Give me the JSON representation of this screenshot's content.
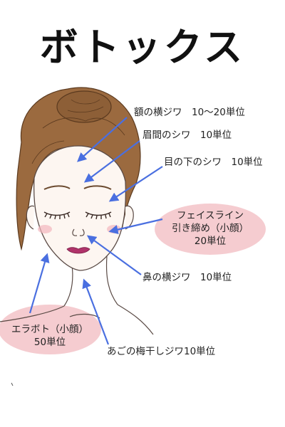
{
  "title": "ボトックス",
  "labels": {
    "forehead": "額の横ジワ　10〜20単位",
    "glabella": "眉間のシワ　10単位",
    "under_eye": "目の下のシワ　10単位",
    "faceline_1": "フェイスライン",
    "faceline_2": "引き締め（小顔）",
    "faceline_3": "20単位",
    "nose": "鼻の横ジワ　10単位",
    "jaw_1": "エラボト（小顔）",
    "jaw_2": "50単位",
    "chin": "あごの梅干しジワ10単位"
  },
  "colors": {
    "arrow": "#4a6fe0",
    "highlight": "#f3c3c8",
    "hair": "#9b6a3f",
    "skin": "#fdf6f1",
    "lips": "#b0336a"
  }
}
